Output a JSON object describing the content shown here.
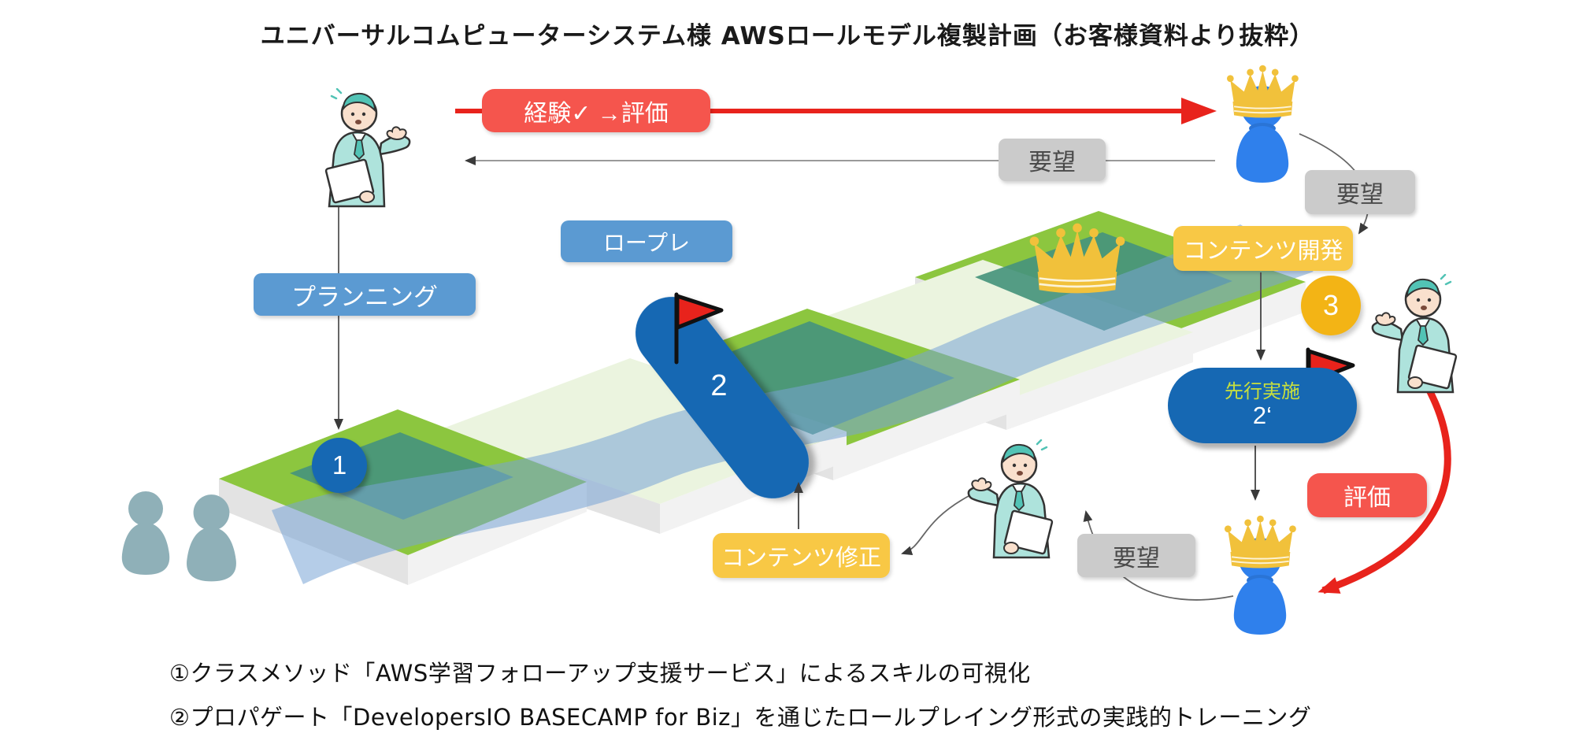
{
  "title": "ユニバーサルコムピューターシステム様 AWSロールモデル複製計画（お客様資料より抜粋）",
  "flow": {
    "experience_eval": "経験✓ →評価",
    "request_top": "要望",
    "request_upper_right": "要望",
    "request_bottom": "要望",
    "planning": "プランニング",
    "roleplay": "ロープレ",
    "content_dev": "コンテンツ開発",
    "content_fix": "コンテンツ修正",
    "evaluation": "評価",
    "pre_implementation": "先行実施",
    "step1": "1",
    "step2": "2",
    "step2_prime": "2‘",
    "step3": "3"
  },
  "footnotes": {
    "line1": "①クラスメソッド「AWS学習フォローアップ支援サービス」によるスキルの可視化",
    "line2": "②プロパゲート「DevelopersIO BASECAMP for Biz」を通じたロールプレイング形式の実践的トレーニング"
  },
  "colors": {
    "red_line": "#e8231c",
    "red_badge": "#f5554d",
    "gray_badge": "#cbcbcb",
    "blue_badge": "#5b9ad2",
    "yellow_badge": "#f8c845",
    "amber_circle": "#f3b415",
    "deep_blue": "#1668b3",
    "person_blue": "#2f80ec",
    "crown_gold": "#f1c13b",
    "step_green": "#8cc63f",
    "step_pale": "#ebf4df",
    "step_teal": "#47947c",
    "ribbon_blue": "#78a4d6",
    "silhouette_gray_blue": "#8fb0b8",
    "pre_impl_text": "#c9e03c"
  }
}
